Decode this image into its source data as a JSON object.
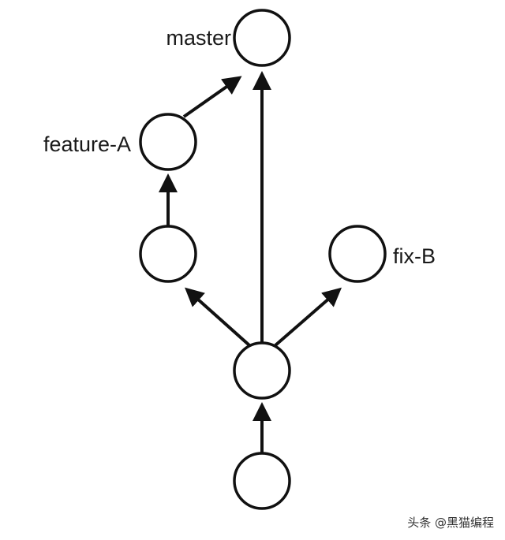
{
  "nodes": [
    {
      "id": "master",
      "label": "master"
    },
    {
      "id": "feature-A",
      "label": "feature-A"
    },
    {
      "id": "commit-c",
      "label": ""
    },
    {
      "id": "fix-B",
      "label": "fix-B"
    },
    {
      "id": "commit-base",
      "label": ""
    },
    {
      "id": "commit-root",
      "label": ""
    }
  ],
  "edges": [
    {
      "from": "commit-root",
      "to": "commit-base"
    },
    {
      "from": "commit-base",
      "to": "master"
    },
    {
      "from": "commit-base",
      "to": "commit-c"
    },
    {
      "from": "commit-base",
      "to": "fix-B"
    },
    {
      "from": "commit-c",
      "to": "feature-A"
    },
    {
      "from": "feature-A",
      "to": "master"
    }
  ],
  "watermark": "头条 @黑猫编程",
  "colors": {
    "stroke": "#111111",
    "background": "#ffffff"
  }
}
